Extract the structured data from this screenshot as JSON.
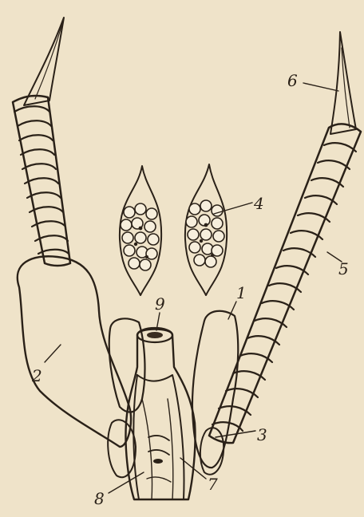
{
  "figure": {
    "paper_color": "#efe3c9",
    "ink_color": "#2a2118",
    "labels": {
      "l1": "1",
      "l2": "2",
      "l3": "3",
      "l4": "4",
      "l5": "5",
      "l6": "6",
      "l7": "7",
      "l8": "8",
      "l9": "9"
    }
  }
}
